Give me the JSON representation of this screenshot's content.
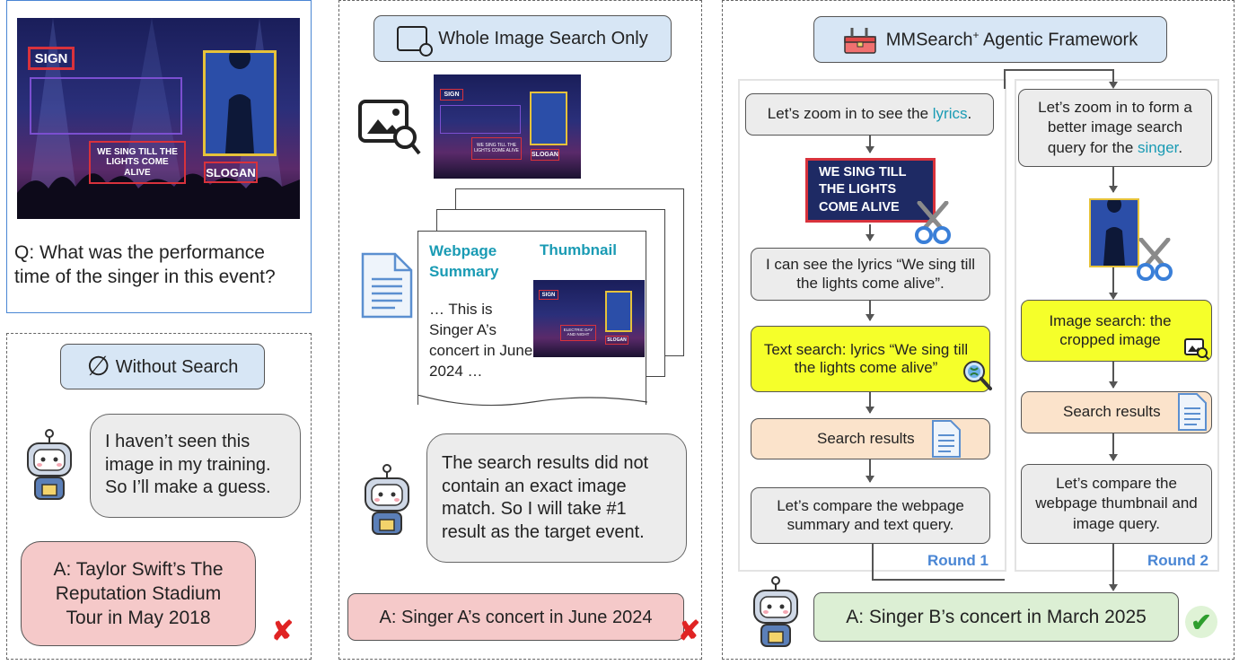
{
  "question": {
    "text": "Q: What was the performance time of the singer in this event?"
  },
  "poster": {
    "sign": "SIGN",
    "slogan": "SLOGAN",
    "lyrics": "WE SING TILL THE LIGHTS COME ALIVE"
  },
  "without_search": {
    "title": "Without Search",
    "bubble": "I haven’t seen this image in my training. So I’ll make a guess.",
    "answer": "A: Taylor Swift’s The Reputation Stadium Tour in May 2018",
    "verdict": "✘"
  },
  "whole_image": {
    "title": "Whole Image Search Only",
    "doc_heading_1": "Webpage Summary",
    "doc_heading_2": "Thumbnail",
    "doc_text": "… This is Singer A’s concert in June 2024 …",
    "thumb_text": "ELECTRIC DAY AND NIGHT",
    "bubble": "The search results did not contain an exact image match. So I will take #1 result as the target event.",
    "answer": "A: Singer A’s concert in June 2024",
    "verdict": "✘"
  },
  "framework": {
    "title_main": "MMSearch",
    "title_sup": "+",
    "title_rest": " Agentic Framework",
    "round1": {
      "step1_pre": "Let’s zoom in to see the ",
      "step1_hl": "lyrics",
      "step1_post": ".",
      "crop_text": "WE SING TILL THE LIGHTS COME ALIVE",
      "step2": "I can see the lyrics “We sing till the lights come alive”.",
      "step3": "Text search: lyrics “We sing till the lights come alive”",
      "step4": "Search results",
      "step5": "Let’s compare the webpage summary and text query.",
      "label": "Round 1"
    },
    "round2": {
      "step1_pre": "Let’s zoom in to form a better image search query for the ",
      "step1_hl": "singer",
      "step1_post": ".",
      "step3": "Image search: the cropped image",
      "step4": "Search results",
      "step5": "Let’s compare the webpage thumbnail and image query.",
      "label": "Round 2"
    },
    "answer": "A: Singer B’s concert in March 2025",
    "verdict": "✔"
  },
  "colors": {
    "accent_blue": "#4a86d4",
    "highlight": "#1a9bb4",
    "wrong": "#e02424",
    "right": "#2e9e2e"
  }
}
